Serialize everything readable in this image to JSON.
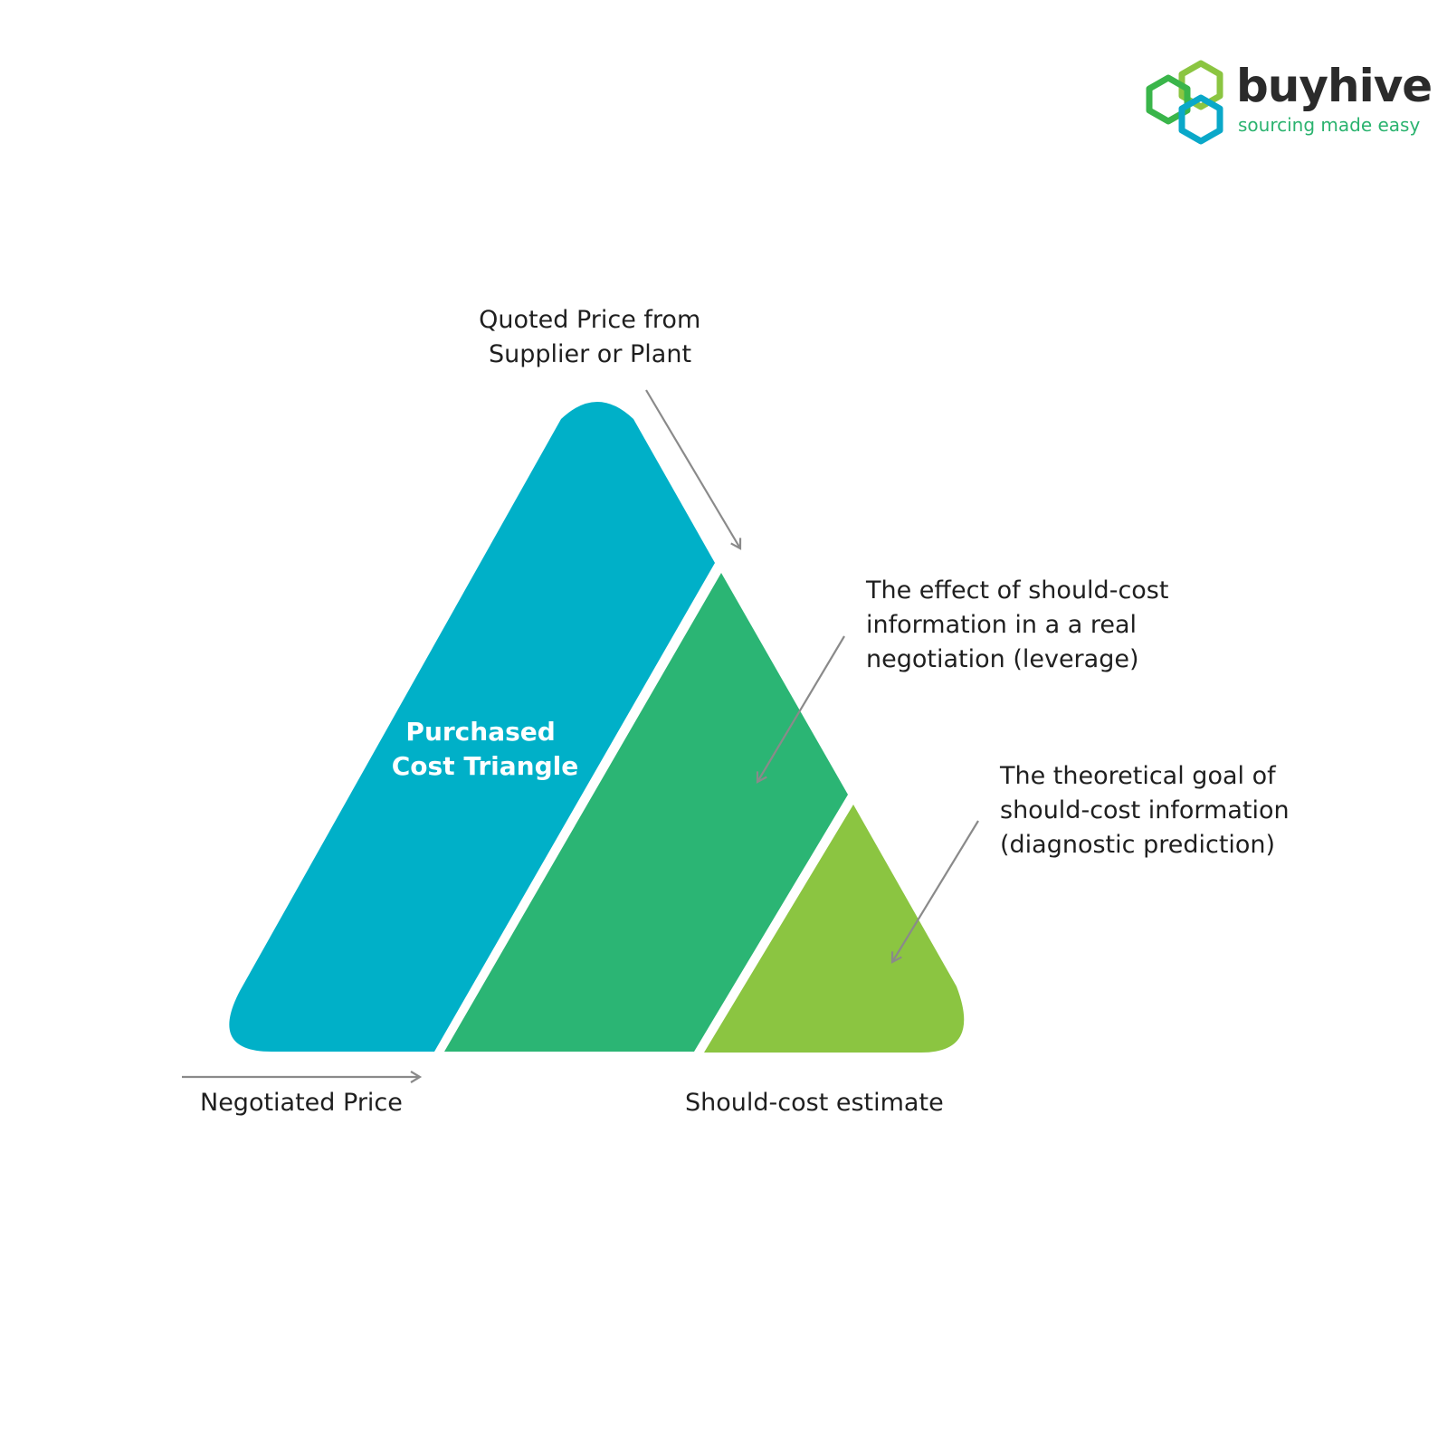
{
  "brand": {
    "name": "buyhive",
    "tagline": "sourcing made easy",
    "colors": {
      "green": "#3ab54a",
      "blue": "#0aa8c9",
      "text": "#2b2b2b"
    }
  },
  "diagram": {
    "center_label": [
      "Purchased",
      "Cost Triangle"
    ],
    "segments": [
      {
        "id": "quoted",
        "color": "#00b0c8"
      },
      {
        "id": "leverage",
        "color": "#2bb574"
      },
      {
        "id": "prediction",
        "color": "#8bc541"
      }
    ],
    "labels": {
      "top": [
        "Quoted Price from",
        "Supplier or Plant"
      ],
      "middle": [
        "The effect of should-cost",
        "information in a a real",
        "negotiation (leverage)"
      ],
      "right": [
        "The theoretical goal of",
        "should-cost information",
        "(diagnostic prediction)"
      ],
      "bottom_left": "Negotiated Price",
      "bottom_right": "Should-cost estimate"
    },
    "arrow_color": "#8a8a8a"
  }
}
